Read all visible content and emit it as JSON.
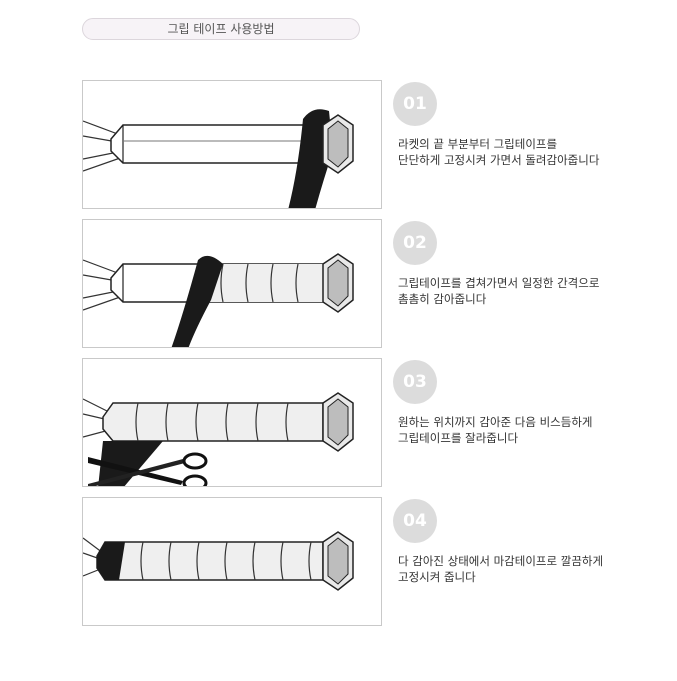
{
  "header": {
    "title": "그립 테이프 사용방법"
  },
  "steps": [
    {
      "number": "01",
      "lines": [
        "라켓의 끝 부분부터 그립테이프를",
        "단단하게 고정시켜 가면서 돌려감아줍니다"
      ]
    },
    {
      "number": "02",
      "lines": [
        "그립테이프를 겹쳐가면서 일정한 간격으로",
        "촘촘히 감아줍니다"
      ]
    },
    {
      "number": "03",
      "lines": [
        "원하는 위치까지 감아준 다음 비스듬하게",
        "그립테이프를 잘라줍니다"
      ]
    },
    {
      "number": "04",
      "lines": [
        "다 감아진 상태에서 마감테이프로 깔끔하게",
        "고정시켜 줍니다"
      ]
    }
  ],
  "icons": {
    "step_illustration": "racket-handle-illustration",
    "scissors": "scissors-icon"
  },
  "colors": {
    "badge": "#dcdcdc",
    "border": "#c9c9c9",
    "title_bg": "#f7f3f7"
  }
}
